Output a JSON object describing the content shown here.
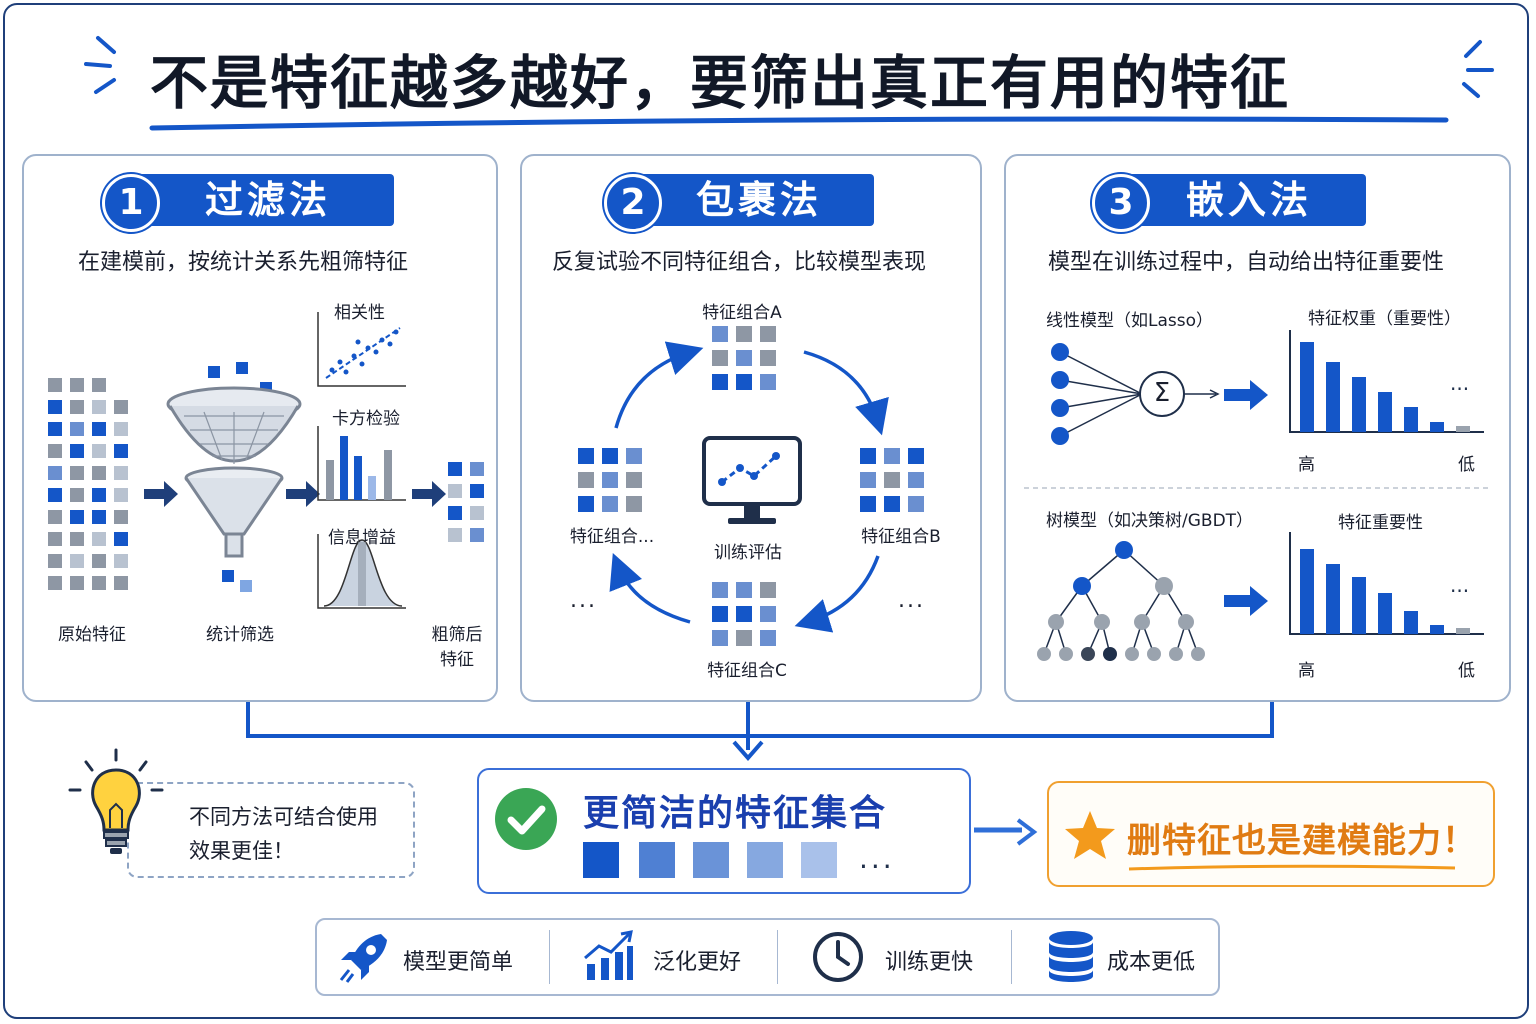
{
  "title": "不是特征越多越好，要筛出真正有用的特征",
  "colors": {
    "primary": "#1456c8",
    "accent_orange": "#e07b12",
    "success_green": "#3aa655",
    "gray": "#8e97a4"
  },
  "methods": [
    {
      "number": "1",
      "name": "过滤法",
      "desc": "在建模前，按统计关系先粗筛特征",
      "stats": [
        "相关性",
        "卡方检验",
        "信息增益"
      ],
      "labels": {
        "raw": "原始特征",
        "filter": "统计筛选",
        "after_line1": "粗筛后",
        "after_line2": "特征"
      }
    },
    {
      "number": "2",
      "name": "包裹法",
      "desc": "反复试验不同特征组合，比较模型表现",
      "combos": {
        "a": "特征组合A",
        "b": "特征组合B",
        "c": "特征组合C",
        "etc": "特征组合..."
      },
      "eval_label": "训练评估",
      "ellipsis": "..."
    },
    {
      "number": "3",
      "name": "嵌入法",
      "desc": "模型在训练过程中，自动给出特征重要性",
      "linear_label": "线性模型（如Lasso）",
      "linear_weights_label": "特征权重（重要性）",
      "sigma": "Σ",
      "tree_label": "树模型（如决策树/GBDT）",
      "tree_importance_label": "特征重要性",
      "high": "高",
      "low": "低",
      "ellipsis": "..."
    }
  ],
  "tip": {
    "line1": "不同方法可结合使用",
    "line2": "效果更佳！"
  },
  "result": {
    "title": "更简洁的特征集合",
    "ellipsis": "..."
  },
  "capability": "删特征也是建模能力！",
  "benefits": [
    {
      "icon": "rocket-icon",
      "label": "模型更简单"
    },
    {
      "icon": "trend-chart-icon",
      "label": "泛化更好"
    },
    {
      "icon": "clock-icon",
      "label": "训练更快"
    },
    {
      "icon": "database-icon",
      "label": "成本更低"
    }
  ]
}
